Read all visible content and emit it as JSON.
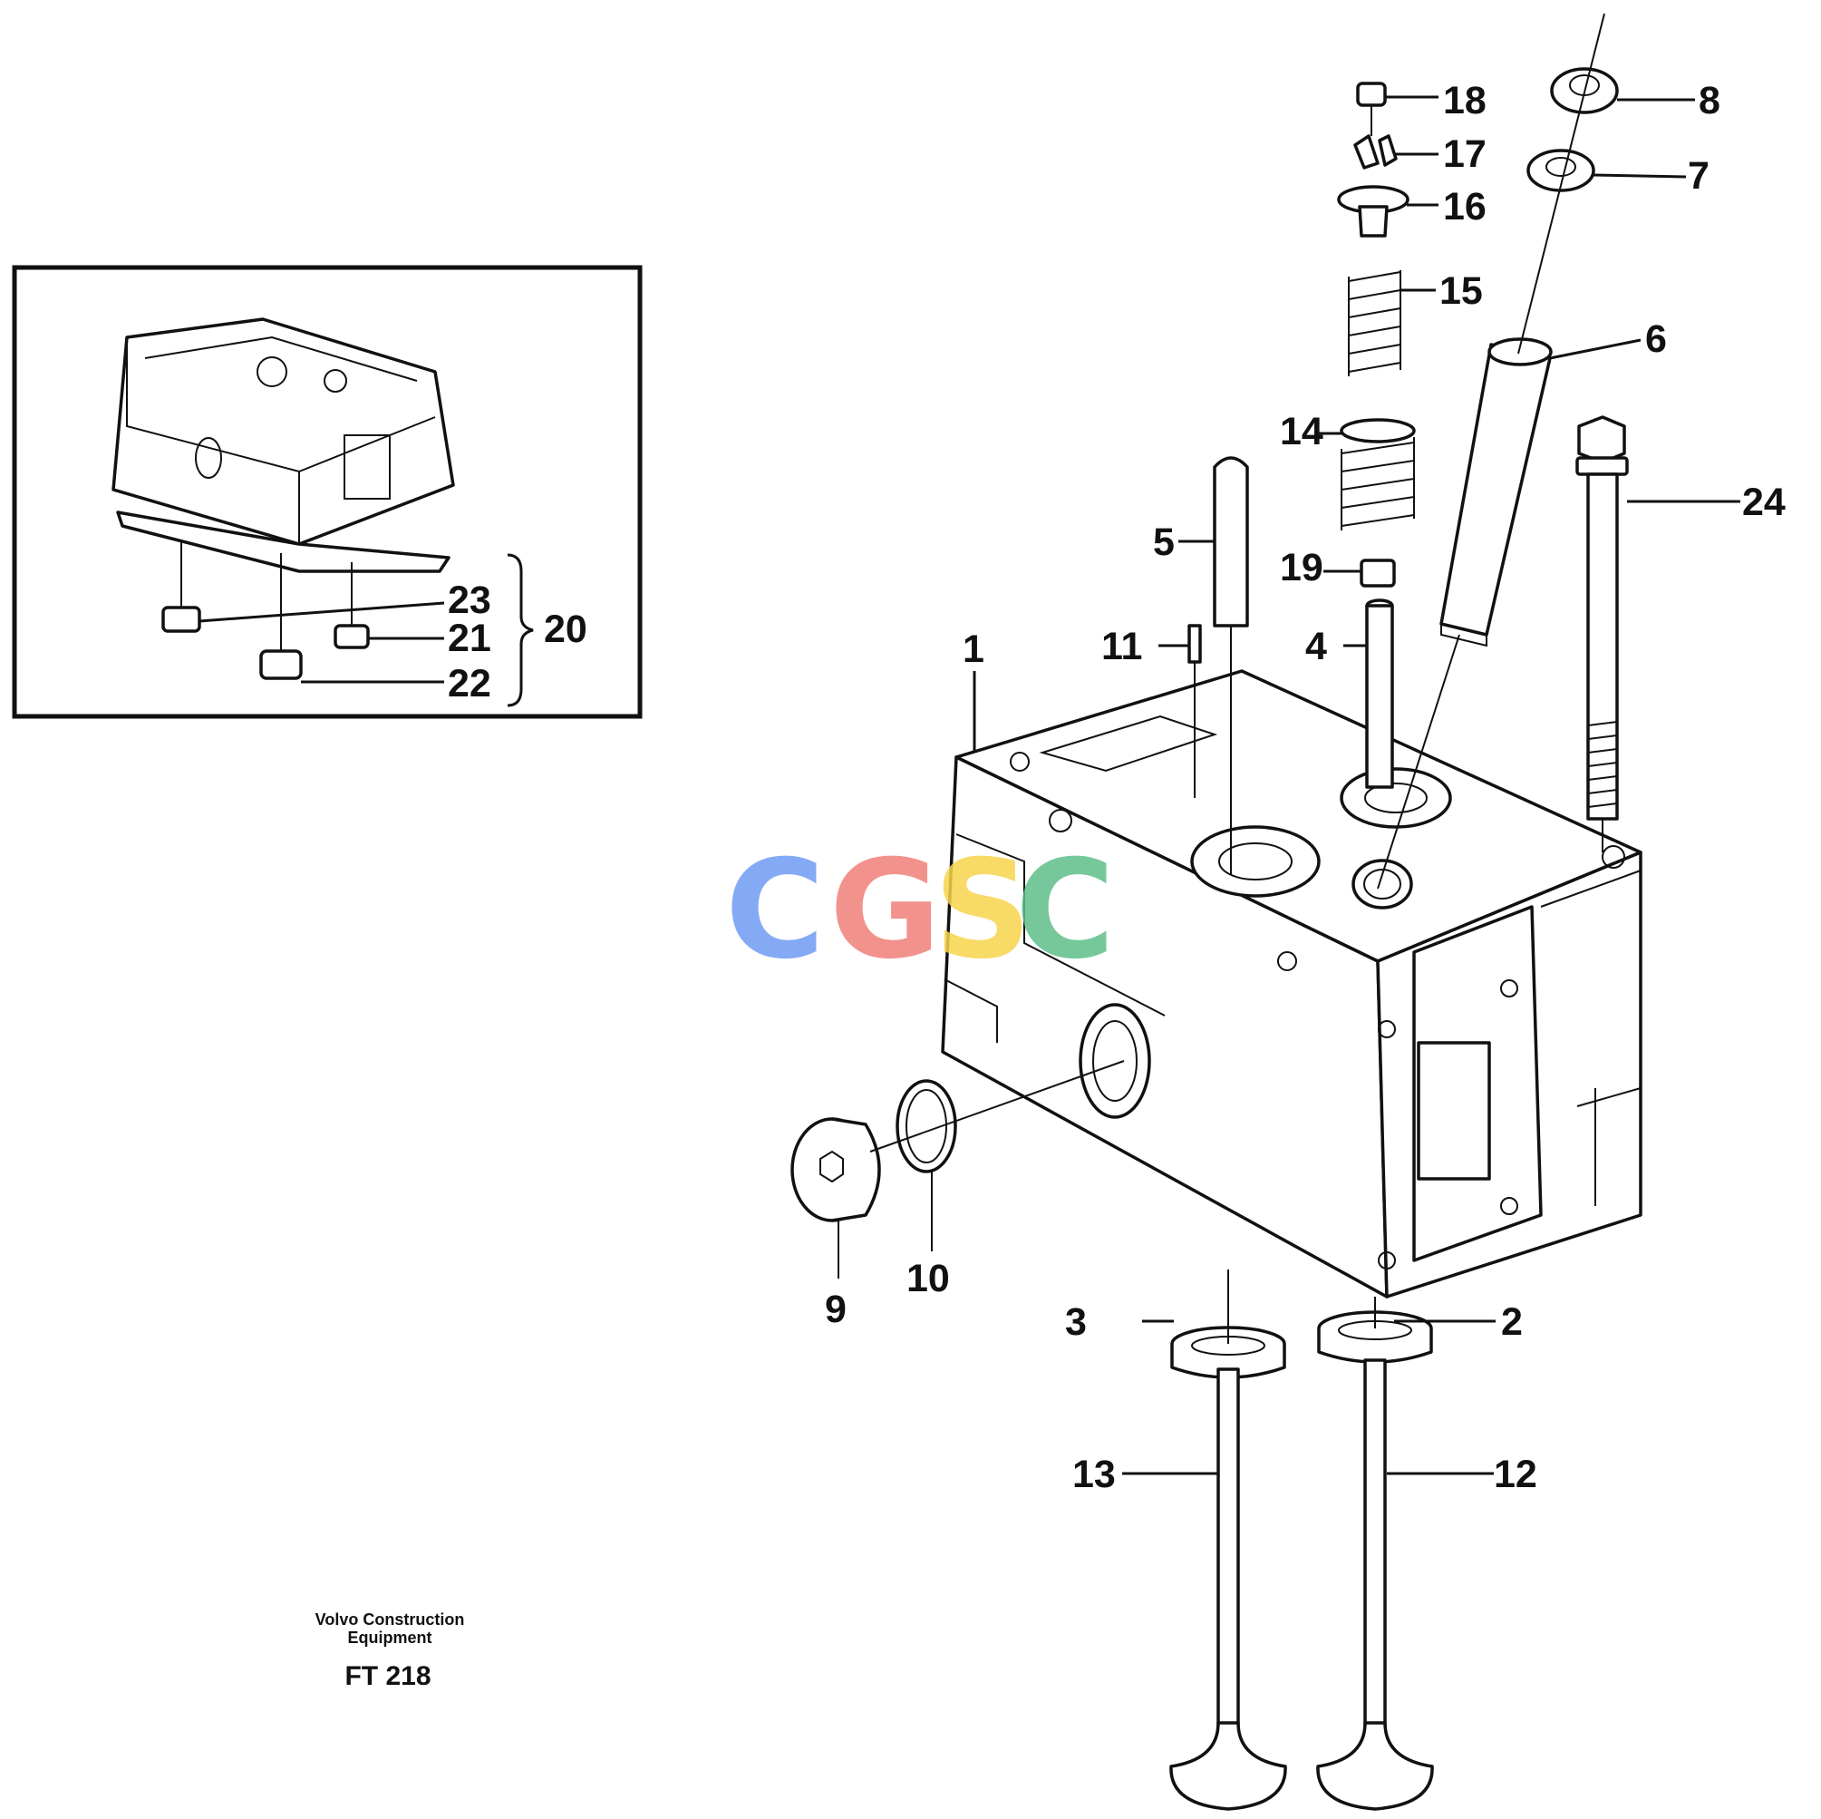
{
  "callouts": {
    "c1": "1",
    "c2": "2",
    "c3": "3",
    "c4": "4",
    "c5": "5",
    "c6": "6",
    "c7": "7",
    "c8": "8",
    "c9": "9",
    "c10": "10",
    "c11": "11",
    "c12": "12",
    "c13": "13",
    "c14": "14",
    "c15": "15",
    "c16": "16",
    "c17": "17",
    "c18": "18",
    "c19": "19",
    "c20": "20",
    "c21": "21",
    "c22": "22",
    "c23": "23",
    "c24": "24"
  },
  "footer": {
    "line1": "Volvo Construction",
    "line2": "Equipment",
    "code": "FT 218"
  },
  "watermark": {
    "letters": [
      "C",
      "G",
      "S",
      "C"
    ],
    "colors": [
      "#6f9cf4",
      "#f0807a",
      "#f7d44c",
      "#5fbf8a"
    ]
  }
}
